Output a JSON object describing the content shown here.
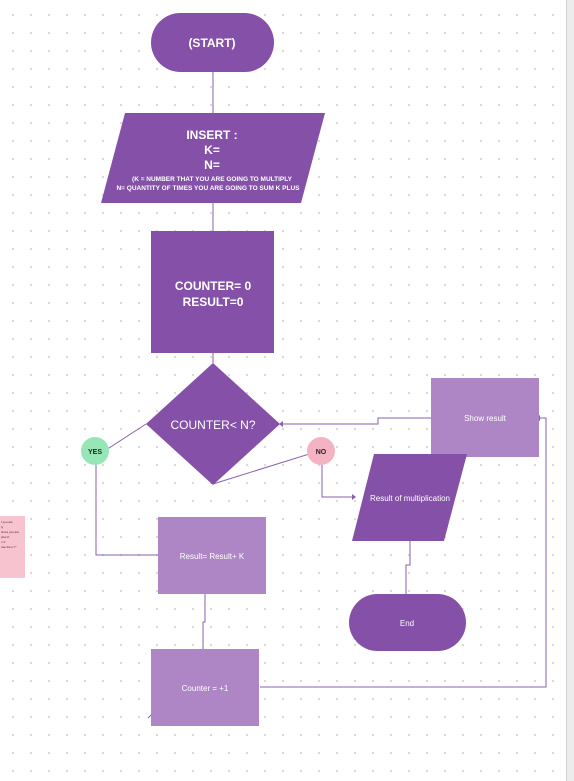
{
  "flowchart": {
    "start": {
      "label": "(START)"
    },
    "input": {
      "lines": [
        "INSERT :",
        "K=",
        "N="
      ],
      "note_lines": [
        "(K = NUMBER THAT YOU ARE GOING TO MULTIPLY",
        "N= QUANTITY OF TIMES YOU ARE GOING TO SUM K PLUS"
      ]
    },
    "init": {
      "lines": [
        "COUNTER= 0",
        "RESULT=0"
      ]
    },
    "decision": {
      "label": "COUNTER< N?"
    },
    "yes_badge": {
      "label": "YES"
    },
    "no_badge": {
      "label": "NO"
    },
    "add_step": {
      "label": "Result= Result+ K"
    },
    "increment_step": {
      "label": "Counter = +1"
    },
    "output": {
      "label": "Result of multiplication"
    },
    "end": {
      "label": "End"
    },
    "show_result": {
      "label": "Show result"
    }
  },
  "sticky_note": {
    "lines": [
      "t you are",
      "ly",
      "times you are",
      "plus K",
      "= 0",
      "nse then 'Y'"
    ]
  },
  "colors": {
    "dark_purple": "#8450a8",
    "light_purple": "#ae86c5",
    "connector": "#8a5fb0",
    "yes_green": "#97e6b6",
    "no_pink": "#f4b3c2",
    "sticky_pink": "#f7c3cf"
  }
}
